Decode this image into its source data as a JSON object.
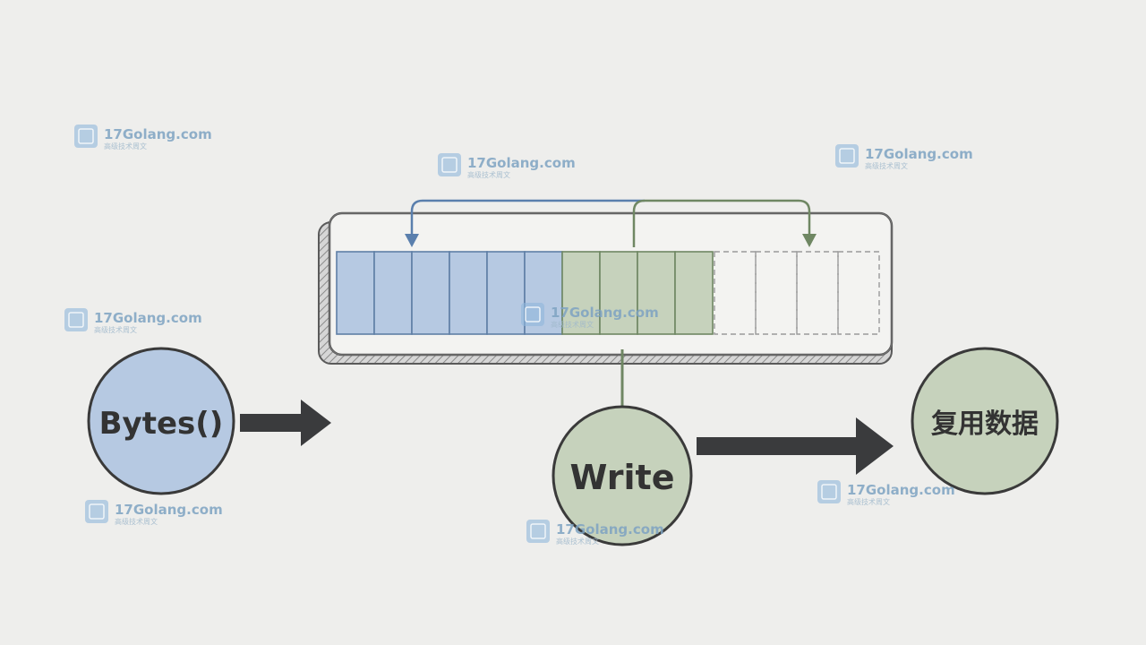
{
  "colors": {
    "background": "#eeeeec",
    "used_cell": "#b6c9e2",
    "used_stroke": "#5f7fa6",
    "written_cell": "#c6d2bc",
    "written_stroke": "#6f8763",
    "empty_stroke": "#9a9a9a",
    "frame": "#555555",
    "bytes_node": "#b6c9e2",
    "write_node": "#c6d2bc",
    "reuse_node": "#c6d2bc",
    "blue_arrow": "#5a7fad",
    "green_arrow": "#6f8763",
    "thick_arrow": "#3a3b3d"
  },
  "buffer": {
    "used_cells": 6,
    "written_cells": 4,
    "empty_cells": 4
  },
  "nodes": {
    "bytes": {
      "label": "Bytes()"
    },
    "write": {
      "label": "Write"
    },
    "reuse": {
      "label": "复用数据"
    }
  },
  "watermark": {
    "title": "17Golang.com",
    "subtitle": "高级技术周文",
    "icon": "globe-icon"
  }
}
